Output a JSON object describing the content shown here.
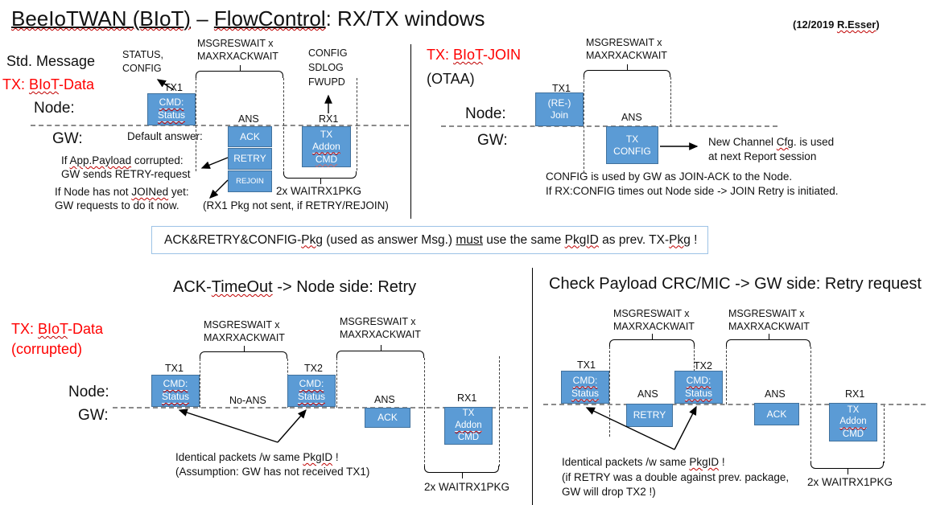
{
  "title": {
    "part1": "BeeIoTWAN (BIoT)",
    "sep": " – ",
    "part2": "FlowControl",
    "rest": ": RX/TX windows"
  },
  "credit": {
    "pre": "(12/2019 ",
    "name": "R.Esser",
    "post": ")"
  },
  "shared": {
    "node": "Node:",
    "gw": "GW:",
    "msgres1": "MSGRESWAIT x",
    "msgres2": "MAXRXACKWAIT",
    "tx1": "TX1",
    "tx2": "TX2",
    "rx1": "RX1",
    "ans": "ANS",
    "cmd": "CMD:",
    "status": "Status",
    "ack": "ACK",
    "retry": "RETRY",
    "rejoin": "REJOIN",
    "addon_l1": "TX",
    "addon_l2": "Addon",
    "addon_l3": "CMD",
    "wait": "2x WAITRX1PKG"
  },
  "top_left": {
    "label1": "Std. Message",
    "label2_pre": "TX: ",
    "label2_sq": "BIoT",
    "label2_post": "-Data",
    "status_config_l1": "STATUS,",
    "status_config_l2": "CONFIG",
    "default_answer": "Default answer:",
    "config_list": [
      "CONFIG",
      "SDLOG",
      "FWUPD"
    ],
    "wait_note": "(RX1 Pkg not sent, if RETRY/REJOIN)",
    "note1_pre": "If ",
    "note1_sq": "App.Payload",
    "note1_post": " corrupted:",
    "note1_l2": "GW sends RETRY-request",
    "note2_pre": "If Node has not ",
    "note2_sq": "JOINed",
    "note2_post": " yet:",
    "note2_l2": "GW requests to do it now."
  },
  "top_right": {
    "label1_pre": "TX: ",
    "label1_sq": "BIoT",
    "label1_post": "-JOIN",
    "label2": "(OTAA)",
    "join_l1": "(RE-)",
    "join_l2": "Join",
    "config_l1": "TX",
    "config_l2": "CONFIG",
    "arrow_note_pre": "New Channel ",
    "arrow_note_sq": "Cfg",
    "arrow_note_post": ". is used",
    "arrow_note_l2": "at next Report session",
    "note_l1": "CONFIG is used by GW as JOIN-ACK to the Node.",
    "note_l2": "If RX:CONFIG times out Node side -> JOIN Retry is initiated."
  },
  "banner": {
    "pre": "ACK&RETRY&CONFIG-",
    "sq1": "Pkg",
    "mid1": " (used as answer Msg.) ",
    "must": "must",
    "mid2": " use the same ",
    "sq2": "PkgID",
    "mid3": " as prev. TX-",
    "sq3": "Pkg",
    "post": " !"
  },
  "bottom_left": {
    "heading_pre": "ACK-",
    "heading_sq": "TimeOut",
    "heading_post": " -> Node side: Retry",
    "label1_pre": "TX: ",
    "label1_sq": "BIoT",
    "label1_post": "-Data",
    "label2": "(corrupted)",
    "no_ans": "No-ANS",
    "note_pre": "Identical packets /w same ",
    "note_sq": "PkgID",
    "note_post": " !",
    "note_l2": "(Assumption: GW has not received TX1)"
  },
  "bottom_right": {
    "heading": "Check Payload CRC/MIC -> GW side: Retry request",
    "note_pre": "Identical packets /w same ",
    "note_sq": "PkgID",
    "note_post": " !",
    "note_l2": "(if RETRY was a double against prev. package,",
    "note_l3": " GW will drop TX2 !)"
  },
  "colors": {
    "box_blue": "#5B9BD5",
    "box_border": "#41719C",
    "accent_red": "#FF0000",
    "banner_border": "#9DC3E6"
  }
}
